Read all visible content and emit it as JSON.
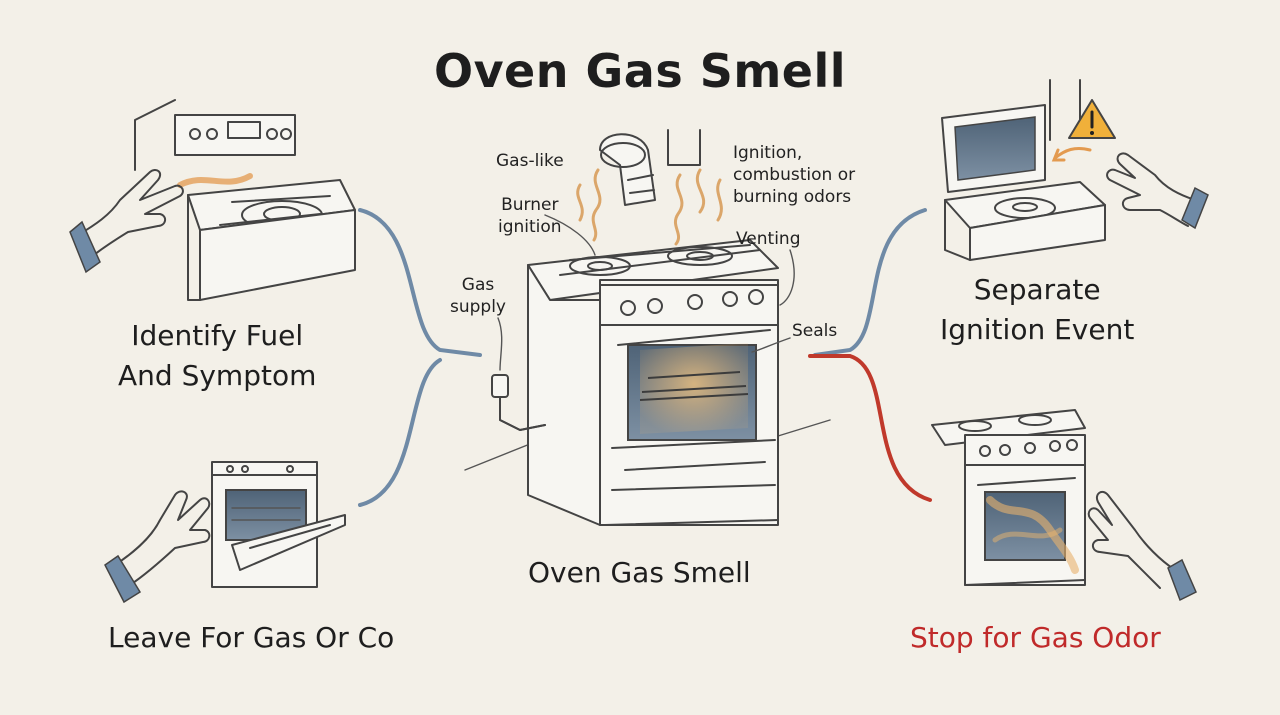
{
  "title": "Oven Gas Smell",
  "center": {
    "caption": "Oven Gas Smell"
  },
  "labels": {
    "gas_like": "Gas-like",
    "burner_ignition": "Burner\nignition",
    "ignition_odors": "Ignition,\ncombustion or\nburning odors",
    "venting": "Venting",
    "gas_supply": "Gas\nsupply",
    "seals": "Seals"
  },
  "sections": {
    "identify": "Identify Fuel\nAnd Symptom",
    "leave": "Leave For Gas Or Co",
    "separate": "Separate\nIgnition Event",
    "stop": "Stop for Gas Odor"
  },
  "colors": {
    "background": "#f3f0e8",
    "connector_blue": "#6f8aa6",
    "connector_red": "#c0392b",
    "alert_red": "#c02a2a",
    "warm_glow": "#e7b36e",
    "glass": "#5f7388",
    "warning_yellow": "#f0b03a"
  },
  "icons": [
    "warning-icon",
    "hand-icon",
    "burner-icon",
    "vent-duct-icon",
    "odor-wave-icon"
  ]
}
